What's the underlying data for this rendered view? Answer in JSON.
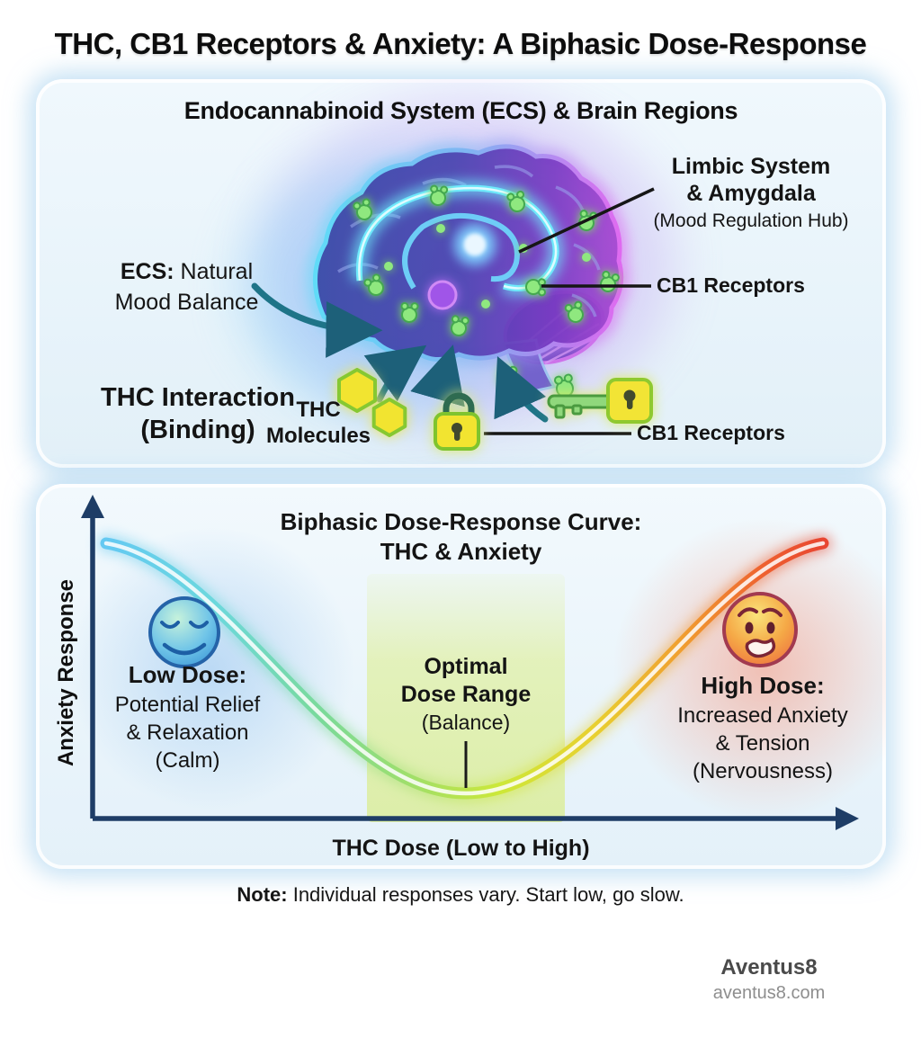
{
  "page_title": "THC, CB1 Receptors & Anxiety: A Biphasic Dose-Response",
  "ecs_panel": {
    "title": "Endocannabinoid System (ECS) & Brain Regions",
    "limbic_label": {
      "line1": "Limbic System",
      "line2": "& Amygdala",
      "subtitle": "(Mood Regulation Hub)"
    },
    "cb1_upper_label": "CB1 Receptors",
    "ecs_label": {
      "bold": "ECS:",
      "rest": " Natural",
      "line2": "Mood Balance"
    },
    "thc_interaction_label": {
      "line1": "THC Interaction",
      "line2": "(Binding)"
    },
    "thc_molecules_label": {
      "line1": "THC",
      "line2": "Molecules"
    },
    "cb1_lower_label": "CB1 Receptors",
    "icons": {
      "brain": "brain-illustration",
      "receptor": "cb1-receptor-icon",
      "hexagon": "thc-molecule-hexagon",
      "lock": "lock-icon",
      "key": "key-icon",
      "arrow": "teal-arrow-icon"
    }
  },
  "curve_panel": {
    "title_line1": "Biphasic Dose-Response Curve:",
    "title_line2": "THC & Anxiety",
    "y_axis_label": "Anxiety Response",
    "x_axis_label": "THC Dose (Low to High)",
    "low_dose": {
      "heading": "Low Dose:",
      "line1": "Potential Relief",
      "line2": "& Relaxation",
      "line3": "(Calm)"
    },
    "optimal_dose": {
      "heading_line1": "Optimal",
      "heading_line2": "Dose Range",
      "subtitle": "(Balance)"
    },
    "high_dose": {
      "heading": "High Dose:",
      "line1": "Increased Anxiety",
      "line2": "& Tension",
      "line3": "(Nervousness)"
    }
  },
  "note": {
    "bold": "Note:",
    "text": " Individual responses vary. Start low, go slow."
  },
  "footer": {
    "brand": "Aventus8",
    "website": "aventus8.com"
  },
  "colors": {
    "curve_low": "#5fc9f1",
    "curve_optimal": "#cde838",
    "curve_high": "#e84a30",
    "axis": "#1e3d66",
    "receptor_green": "#8fe87f",
    "thc_yellow": "#f2e430",
    "teal_arrow": "#1e7488",
    "panel_bg": "#e9f4fb"
  },
  "chart_data": {
    "type": "line",
    "title": "Biphasic Dose-Response Curve: THC & Anxiety",
    "xlabel": "THC Dose (Low to High)",
    "ylabel": "Anxiety Response",
    "x_categories": [
      "Low Dose",
      "Optimal Dose Range",
      "High Dose"
    ],
    "anxiety_response_relative": [
      0.85,
      0.08,
      0.85
    ],
    "legend": "none",
    "annotations": [
      "Low Dose: Potential Relief & Relaxation (Calm)",
      "Optimal Dose Range (Balance)",
      "High Dose: Increased Anxiety & Tension (Nervousness)"
    ]
  }
}
